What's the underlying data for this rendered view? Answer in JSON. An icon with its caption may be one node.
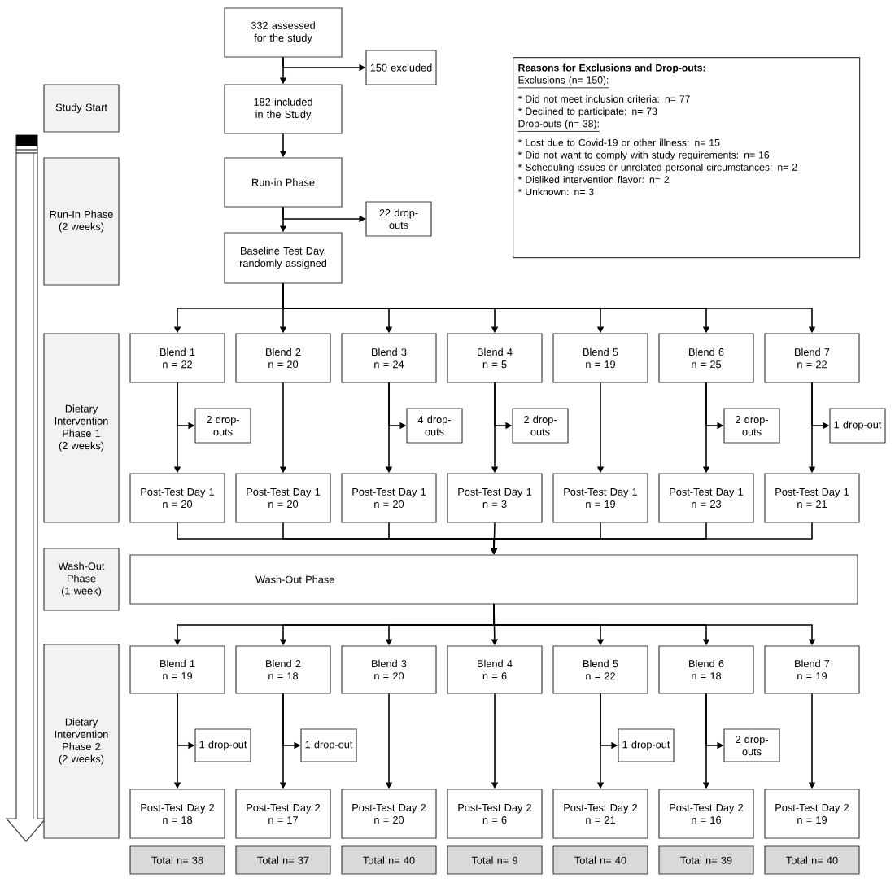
{
  "diagram": {
    "nodes": [
      {
        "text": [
          "332 assessed for the study"
        ]
      },
      {
        "text": [
          "150 excluded"
        ]
      },
      {
        "text": [
          "Study Start"
        ]
      },
      {
        "text": [
          "182 included in the Study"
        ]
      },
      {
        "text": [
          "Reasons for Exclusions and Drop-outs:",
          "Exclusions (n= 150):",
          "* Did not meet inclusion criteria: n= 77",
          "* Declined to participate: n= 73",
          "Drop-outs (n= 38):",
          "* Lost due to Covid-19 or other illness: n= 15",
          "* Did not want to comply with study requirements: n= 16",
          "* Scheduling issues or unrelated personal circumstances: n= 2",
          "* Disliked intervention flavor: n= 2",
          "* Unknown: n= 3"
        ]
      },
      {
        "text": [
          "Run-In Phase (2 weeks)"
        ]
      },
      {
        "text": [
          "Run-in Phase"
        ]
      },
      {
        "text": [
          "22 drop-outs"
        ]
      },
      {
        "text": [
          "Baseline Test Day, randomly assigned"
        ]
      },
      {
        "text": [
          "Dietary Intervention Phase 1 (2 weeks)"
        ]
      },
      {
        "text": [
          "Blend 1",
          "n = 22"
        ]
      },
      {
        "text": [
          "Blend 2",
          "n = 20"
        ]
      },
      {
        "text": [
          "Blend 3",
          "n = 24"
        ]
      },
      {
        "text": [
          "Blend 4",
          "n = 5"
        ]
      },
      {
        "text": [
          "Blend 5",
          "n = 19"
        ]
      },
      {
        "text": [
          "Blend 6",
          "n = 25"
        ]
      },
      {
        "text": [
          "Blend 7",
          "n = 22"
        ]
      },
      {
        "text": [
          "2 drop-outs"
        ]
      },
      {
        "text": [
          "4 drop-outs"
        ]
      },
      {
        "text": [
          "2 drop-outs"
        ]
      },
      {
        "text": [
          "2 drop-outs"
        ]
      },
      {
        "text": [
          "1 drop-out"
        ]
      },
      {
        "text": [
          "Post-Test Day 1",
          "n = 20"
        ]
      },
      {
        "text": [
          "Post-Test Day 1",
          "n = 20"
        ]
      },
      {
        "text": [
          "Post-Test Day 1",
          "n = 20"
        ]
      },
      {
        "text": [
          "Post-Test Day 1",
          "n = 3"
        ]
      },
      {
        "text": [
          "Post-Test Day 1",
          "n = 19"
        ]
      },
      {
        "text": [
          "Post-Test Day 1",
          "n = 23"
        ]
      },
      {
        "text": [
          "Post-Test Day 1",
          "n = 21"
        ]
      },
      {
        "text": [
          "Wash-Out Phase (1 week)"
        ]
      },
      {
        "text": [
          "Wash-Out Phase"
        ]
      },
      {
        "text": [
          "Dietary Intervention Phase 2 (2 weeks)"
        ]
      },
      {
        "text": [
          "Blend 1",
          "n = 19"
        ]
      },
      {
        "text": [
          "Blend 2",
          "n = 18"
        ]
      },
      {
        "text": [
          "Blend 3",
          "n = 20"
        ]
      },
      {
        "text": [
          "Blend 4",
          "n = 6"
        ]
      },
      {
        "text": [
          "Blend 5",
          "n = 22"
        ]
      },
      {
        "text": [
          "Blend 6",
          "n = 18"
        ]
      },
      {
        "text": [
          "Blend 7",
          "n = 19"
        ]
      },
      {
        "text": [
          "1 drop-out"
        ]
      },
      {
        "text": [
          "1 drop-out"
        ]
      },
      {
        "text": [
          "1 drop-out"
        ]
      },
      {
        "text": [
          "2 drop-outs"
        ]
      },
      {
        "text": [
          "Post-Test Day 2",
          "n = 18"
        ]
      },
      {
        "text": [
          "Post-Test Day 2",
          "n = 17"
        ]
      },
      {
        "text": [
          "Post-Test Day 2",
          "n = 20"
        ]
      },
      {
        "text": [
          "Post-Test Day 2",
          "n = 6"
        ]
      },
      {
        "text": [
          "Post-Test Day 2",
          "n = 21"
        ]
      },
      {
        "text": [
          "Post-Test Day 2",
          "n = 16"
        ]
      },
      {
        "text": [
          "Post-Test Day 2",
          "n = 19"
        ]
      },
      {
        "text": [
          "Total n= 38"
        ]
      },
      {
        "text": [
          "Total n= 37"
        ]
      },
      {
        "text": [
          "Total n= 40"
        ]
      },
      {
        "text": [
          "Total n= 9"
        ]
      },
      {
        "text": [
          "Total n= 40"
        ]
      },
      {
        "text": [
          "Total n= 39"
        ]
      },
      {
        "text": [
          "Total n= 40"
        ]
      }
    ],
    "edges": [
      {
        "from": 0,
        "to": 3,
        "arrow": "to"
      },
      {
        "from": 0,
        "to": 1,
        "arrow": "to"
      },
      {
        "from": 3,
        "to": 6,
        "arrow": "to"
      },
      {
        "from": 6,
        "to": 8,
        "arrow": "to"
      },
      {
        "from": 6,
        "to": 7,
        "arrow": "to"
      },
      {
        "from": 8,
        "to": 10,
        "arrow": "to"
      },
      {
        "from": 8,
        "to": 11,
        "arrow": "to"
      },
      {
        "from": 8,
        "to": 12,
        "arrow": "to"
      },
      {
        "from": 8,
        "to": 13,
        "arrow": "to"
      },
      {
        "from": 8,
        "to": 14,
        "arrow": "to"
      },
      {
        "from": 8,
        "to": 15,
        "arrow": "to"
      },
      {
        "from": 8,
        "to": 16,
        "arrow": "to"
      },
      {
        "from": 10,
        "to": 17,
        "arrow": "to"
      },
      {
        "from": 12,
        "to": 18,
        "arrow": "to"
      },
      {
        "from": 13,
        "to": 19,
        "arrow": "to"
      },
      {
        "from": 15,
        "to": 20,
        "arrow": "to"
      },
      {
        "from": 16,
        "to": 21,
        "arrow": "to"
      },
      {
        "from": 10,
        "to": 22,
        "arrow": "to"
      },
      {
        "from": 11,
        "to": 23,
        "arrow": "to"
      },
      {
        "from": 12,
        "to": 24,
        "arrow": "to"
      },
      {
        "from": 13,
        "to": 25,
        "arrow": "to"
      },
      {
        "from": 14,
        "to": 26,
        "arrow": "to"
      },
      {
        "from": 15,
        "to": 27,
        "arrow": "to"
      },
      {
        "from": 16,
        "to": 28,
        "arrow": "to"
      },
      {
        "from": 22,
        "to": 30,
        "arrow": "to"
      },
      {
        "from": 23,
        "to": 30,
        "arrow": "to"
      },
      {
        "from": 24,
        "to": 30,
        "arrow": "to"
      },
      {
        "from": 25,
        "to": 30,
        "arrow": "to"
      },
      {
        "from": 26,
        "to": 30,
        "arrow": "to"
      },
      {
        "from": 27,
        "to": 30,
        "arrow": "to"
      },
      {
        "from": 28,
        "to": 30,
        "arrow": "to"
      },
      {
        "from": 30,
        "to": 32,
        "arrow": "to"
      },
      {
        "from": 30,
        "to": 33,
        "arrow": "to"
      },
      {
        "from": 30,
        "to": 34,
        "arrow": "to"
      },
      {
        "from": 30,
        "to": 35,
        "arrow": "to"
      },
      {
        "from": 30,
        "to": 36,
        "arrow": "to"
      },
      {
        "from": 30,
        "to": 37,
        "arrow": "to"
      },
      {
        "from": 30,
        "to": 38,
        "arrow": "to"
      },
      {
        "from": 32,
        "to": 39,
        "arrow": "to"
      },
      {
        "from": 33,
        "to": 40,
        "arrow": "to"
      },
      {
        "from": 36,
        "to": 41,
        "arrow": "to"
      },
      {
        "from": 37,
        "to": 42,
        "arrow": "to"
      },
      {
        "from": 32,
        "to": 43,
        "arrow": "to"
      },
      {
        "from": 33,
        "to": 44,
        "arrow": "to"
      },
      {
        "from": 34,
        "to": 45,
        "arrow": "to"
      },
      {
        "from": 35,
        "to": 46,
        "arrow": "to"
      },
      {
        "from": 36,
        "to": 47,
        "arrow": "to"
      },
      {
        "from": 37,
        "to": 48,
        "arrow": "to"
      },
      {
        "from": 38,
        "to": 49,
        "arrow": "to"
      }
    ]
  }
}
